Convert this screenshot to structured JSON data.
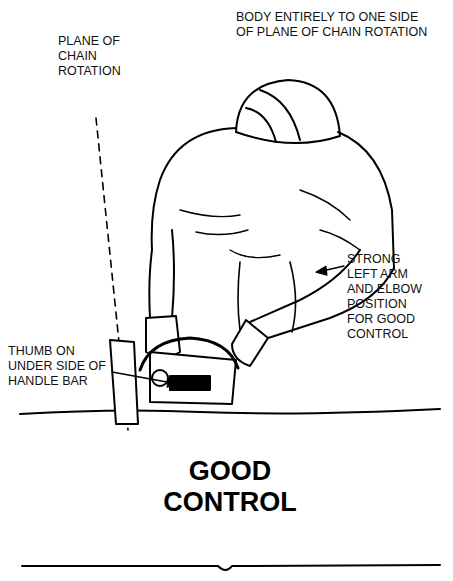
{
  "diagram": {
    "caption": "GOOD CONTROL",
    "labels": [
      "PLANE OF CHAIN ROTATION",
      "BODY ENTIRELY TO ONE SIDE OF PLANE OF CHAIN ROTATION",
      "STRONG LEFT ARM AND ELBOW POSITION FOR GOOD CONTROL",
      "THUMB ON UNDER SIDE OF HANDLE BAR"
    ]
  }
}
